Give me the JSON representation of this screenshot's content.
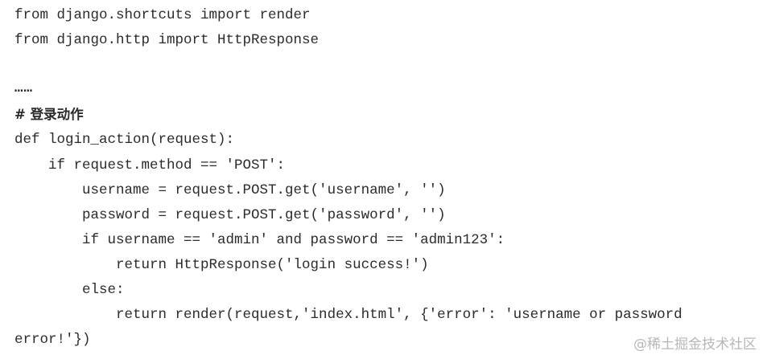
{
  "code": {
    "lines": [
      "from django.shortcuts import render",
      "from django.http import HttpResponse",
      "……",
      "# 登录动作",
      "def login_action(request):",
      "    if request.method == 'POST':",
      "        username = request.POST.get('username', '')",
      "        password = request.POST.get('password', '')",
      "        if username == 'admin' and password == 'admin123':",
      "            return HttpResponse('login success!')",
      "        else:",
      "            return render(request,'index.html', {'error': 'username or password",
      "error!'})"
    ]
  },
  "watermark": "@稀土掘金技术社区"
}
